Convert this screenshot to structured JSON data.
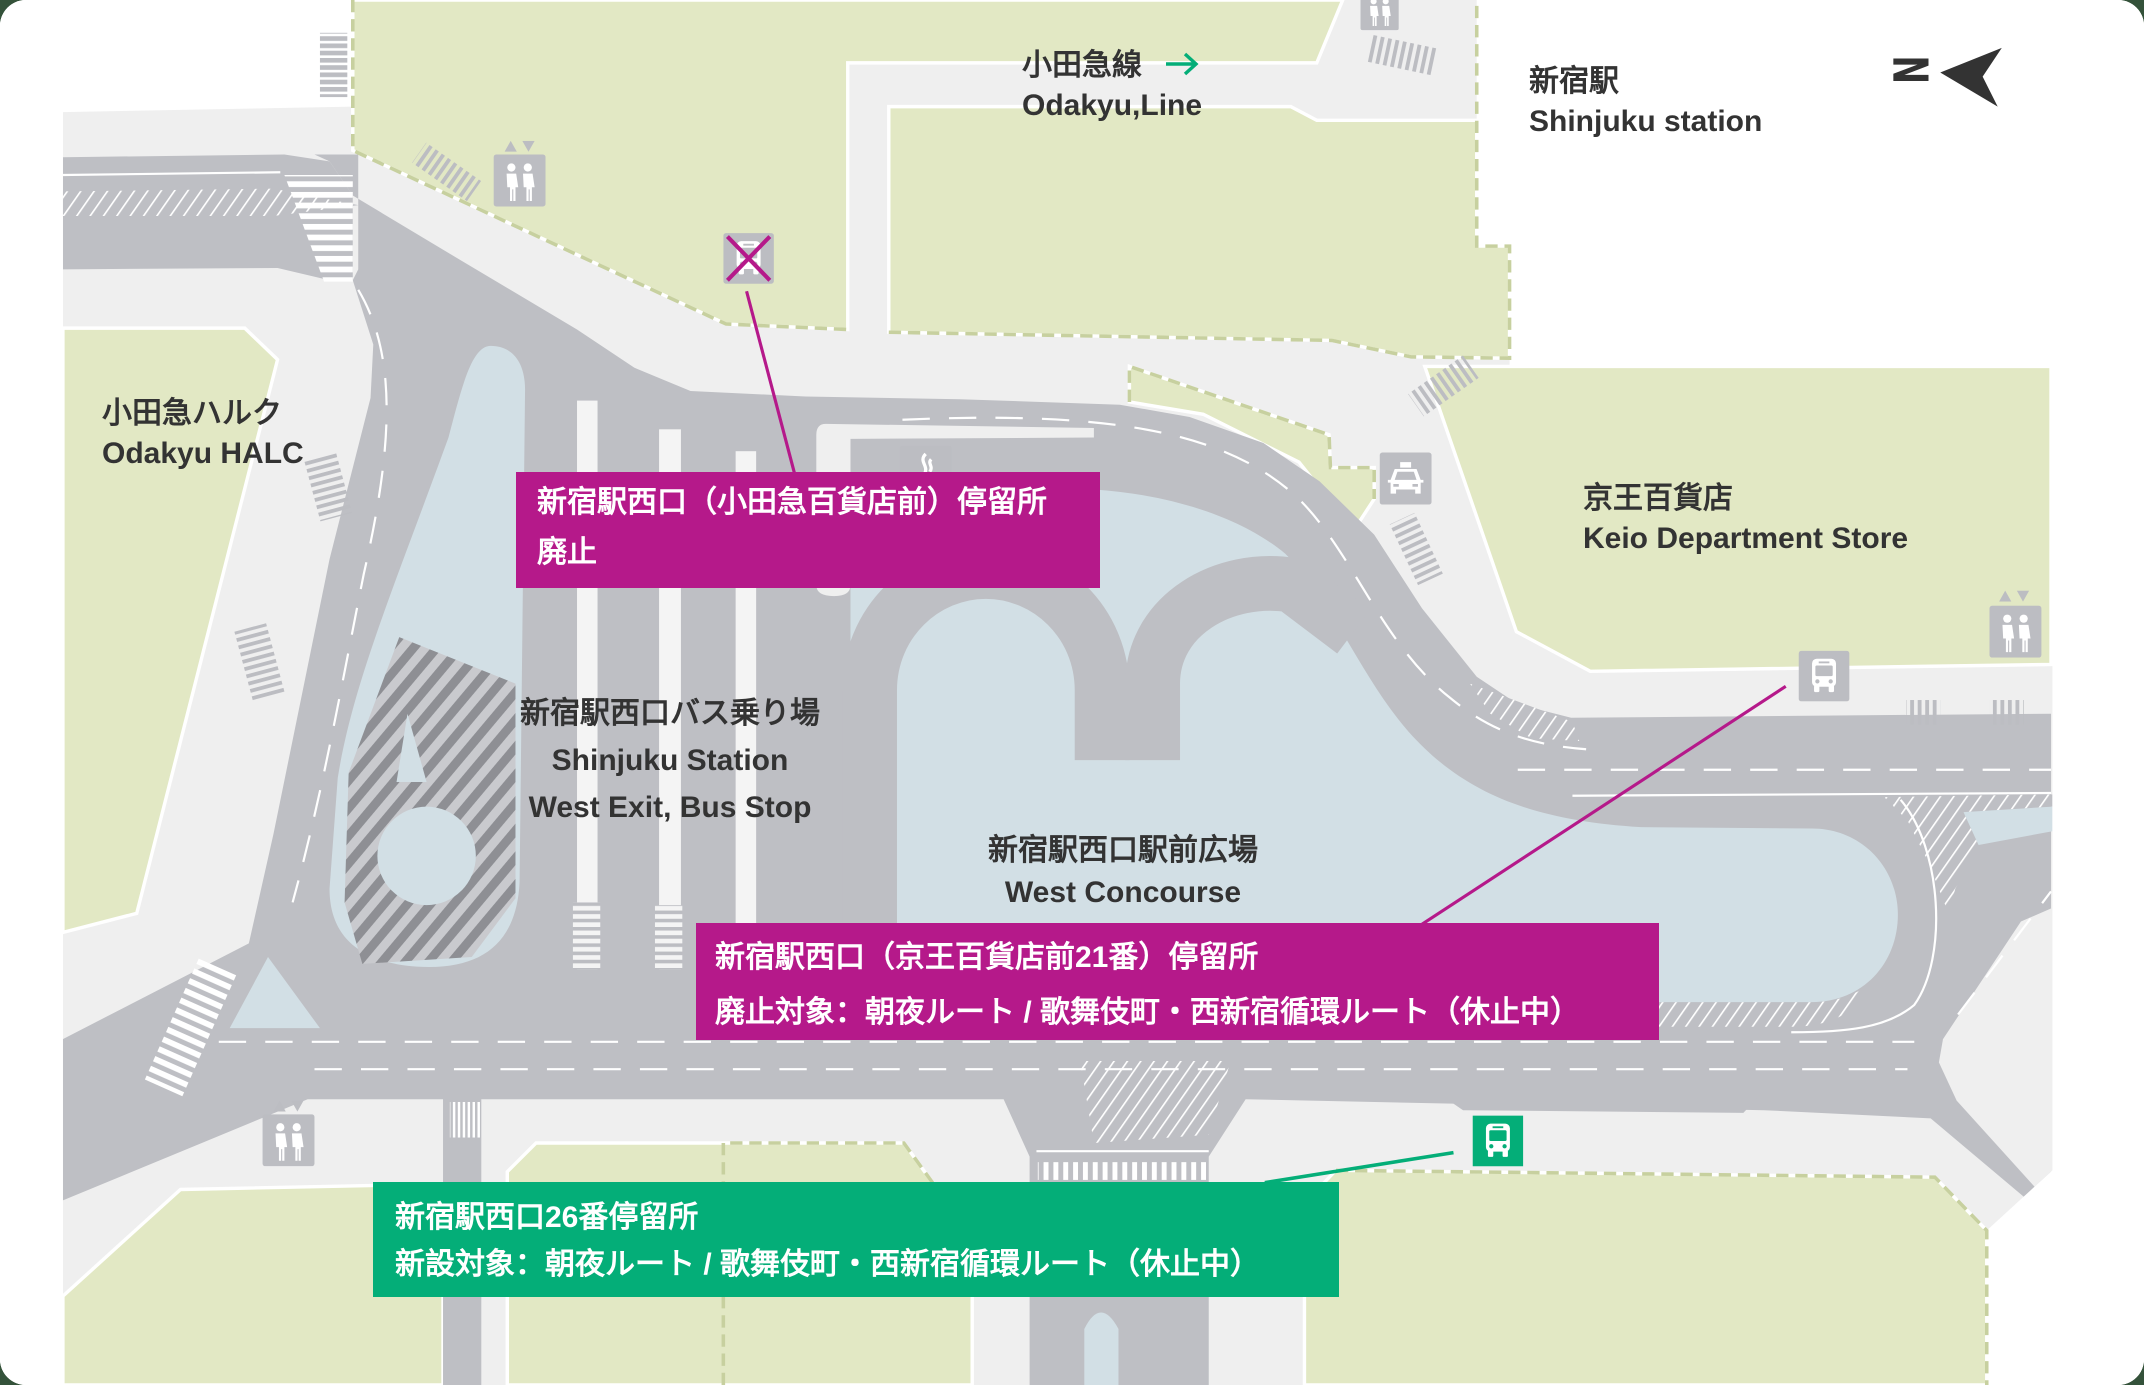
{
  "map": {
    "compass": {
      "label": "N",
      "icon": "north-arrow-icon",
      "direction": "left"
    },
    "colors": {
      "abolished": "#B5198A",
      "new": "#04AE78",
      "road": "#BEBFC4",
      "sidewalk": "#EFEFEF",
      "building": "#E2E8C4",
      "plaza": "#D2DFE5",
      "icon": "#BCBDC2",
      "label": "#333333"
    },
    "places": {
      "odakyu_line": {
        "ja": "小田急線",
        "en": "Odakyu,Line",
        "arrow_icon": "right-arrow-icon"
      },
      "shinjuku_station": {
        "ja": "新宿駅",
        "en": "Shinjuku station"
      },
      "odakyu_halc": {
        "ja": "小田急ハルク",
        "en": "Odakyu HALC"
      },
      "bus_terminal": {
        "ja": "新宿駅西口バス乗り場",
        "en_1": "Shinjuku Station",
        "en_2": "West Exit, Bus Stop"
      },
      "west_concourse": {
        "ja": "新宿駅西口駅前広場",
        "en": "West Concourse"
      },
      "keio_department_store": {
        "ja": "京王百貨店",
        "en": "Keio Department Store"
      }
    },
    "bus_stops": [
      {
        "status": "abolished",
        "icon": "crossed-out-bus-stop-icon",
        "title": "新宿駅西口（小田急百貨店前）停留所",
        "detail": "廃止"
      },
      {
        "status": "to-be-abolished",
        "icon": "bus-stop-icon",
        "title": "新宿駅西口（京王百貨店前21番）停留所",
        "detail": "廃止対象：朝夜ルート / 歌舞伎町・西新宿循環ルート（休止中）"
      },
      {
        "status": "new",
        "icon": "new-bus-stop-icon",
        "title": "新宿駅西口26番停留所",
        "detail": "新設対象：朝夜ルート / 歌舞伎町・西新宿循環ルート（休止中）"
      }
    ],
    "facility_icons": [
      "elevator-icon",
      "elevator-icon",
      "elevator-icon",
      "elevator-icon",
      "taxi-stand-icon",
      "smoking-area-icon"
    ]
  }
}
